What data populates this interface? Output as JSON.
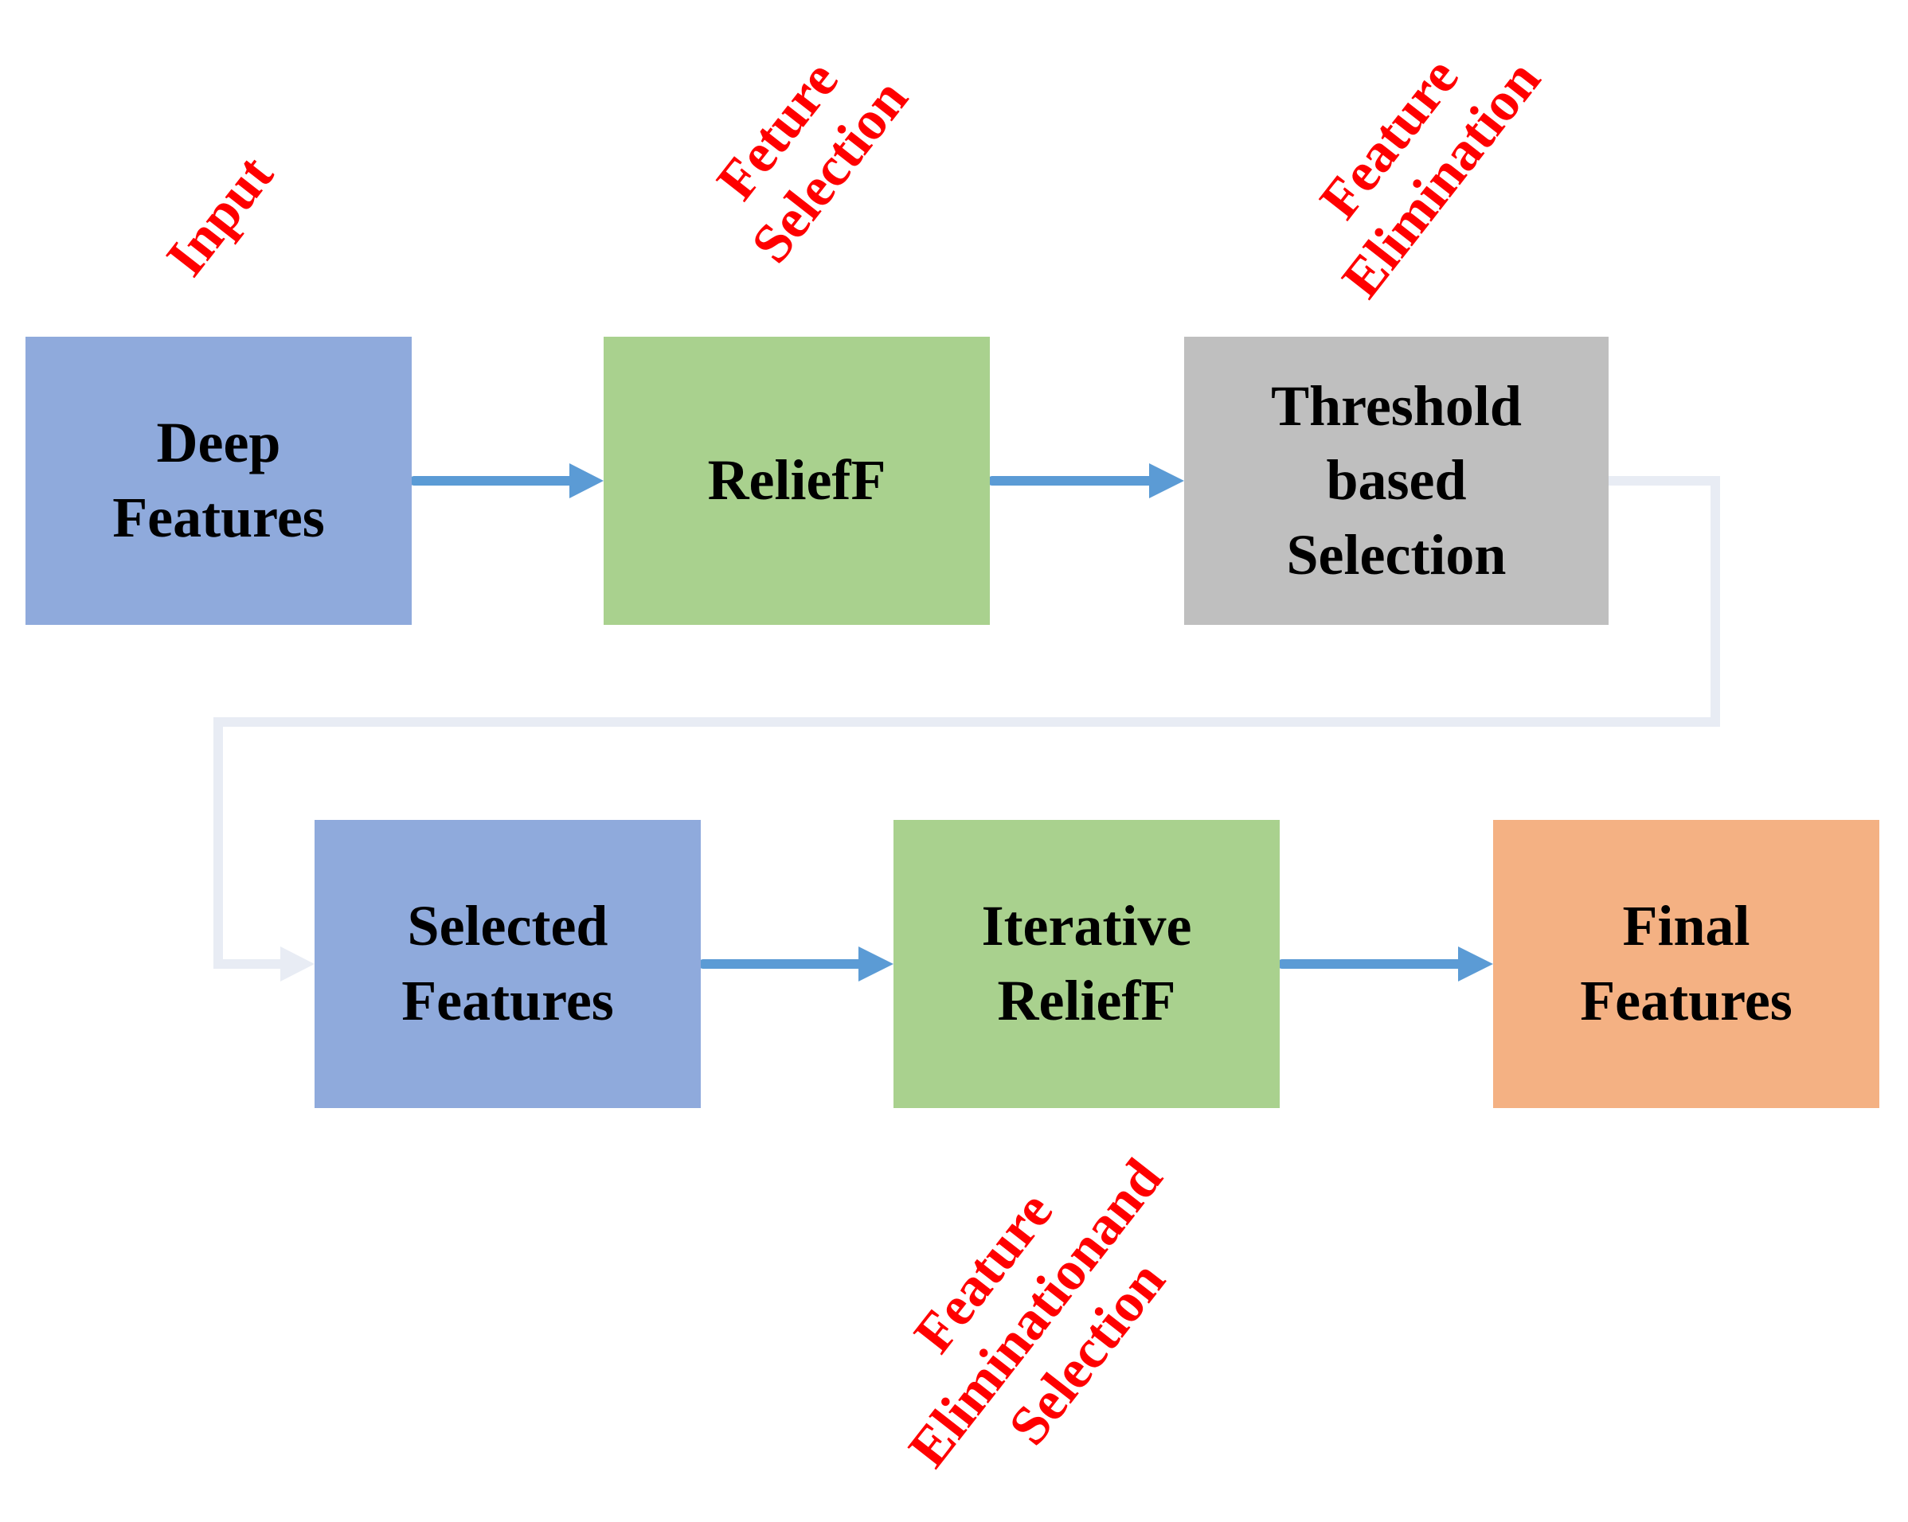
{
  "diagram": {
    "type": "flowchart",
    "description": "Feature selection pipeline with ReliefF and iterative ReliefF"
  },
  "nodes": {
    "deep_features": {
      "label": "Deep\nFeatures",
      "fill": "#8FAADC"
    },
    "relieff": {
      "label": "ReliefF",
      "fill": "#A9D18E"
    },
    "threshold_selection": {
      "label": "Threshold\nbased\nSelection",
      "fill": "#BFBFBF"
    },
    "selected_features": {
      "label": "Selected\nFeatures",
      "fill": "#8FAADC"
    },
    "iterative_relieff": {
      "label": "Iterative\nReliefF",
      "fill": "#A9D18E"
    },
    "final_features": {
      "label": "Final\nFeatures",
      "fill": "#F4B183"
    }
  },
  "annotations": {
    "input": {
      "text": "Input",
      "color": "#FF0000",
      "rotation_deg": -52
    },
    "feature_selection": {
      "text": "Feture\nSelection",
      "color": "#FF0000",
      "rotation_deg": -52
    },
    "feature_elimination": {
      "text": "Feature\nElimination",
      "color": "#FF0000",
      "rotation_deg": -52
    },
    "feature_elimination_selection": {
      "text": "Feature\nEliminationand\nSelection",
      "color": "#FF0000",
      "rotation_deg": -52
    }
  },
  "edges": [
    {
      "from": "deep_features",
      "to": "relieff",
      "style": "solid-blue-arrow"
    },
    {
      "from": "relieff",
      "to": "threshold_selection",
      "style": "solid-blue-arrow"
    },
    {
      "from": "threshold_selection",
      "to": "selected_features",
      "style": "light-elbow-arrow"
    },
    {
      "from": "selected_features",
      "to": "iterative_relieff",
      "style": "solid-blue-arrow"
    },
    {
      "from": "iterative_relieff",
      "to": "final_features",
      "style": "solid-blue-arrow"
    }
  ],
  "colors": {
    "arrow_blue": "#5B9BD5",
    "connector_light": "#E8ECF4",
    "node_blue": "#8FAADC",
    "node_green": "#A9D18E",
    "node_gray": "#BFBFBF",
    "node_orange": "#F4B183",
    "annotation_red": "#FF0000",
    "text_black": "#000000",
    "background": "#FFFFFF"
  }
}
